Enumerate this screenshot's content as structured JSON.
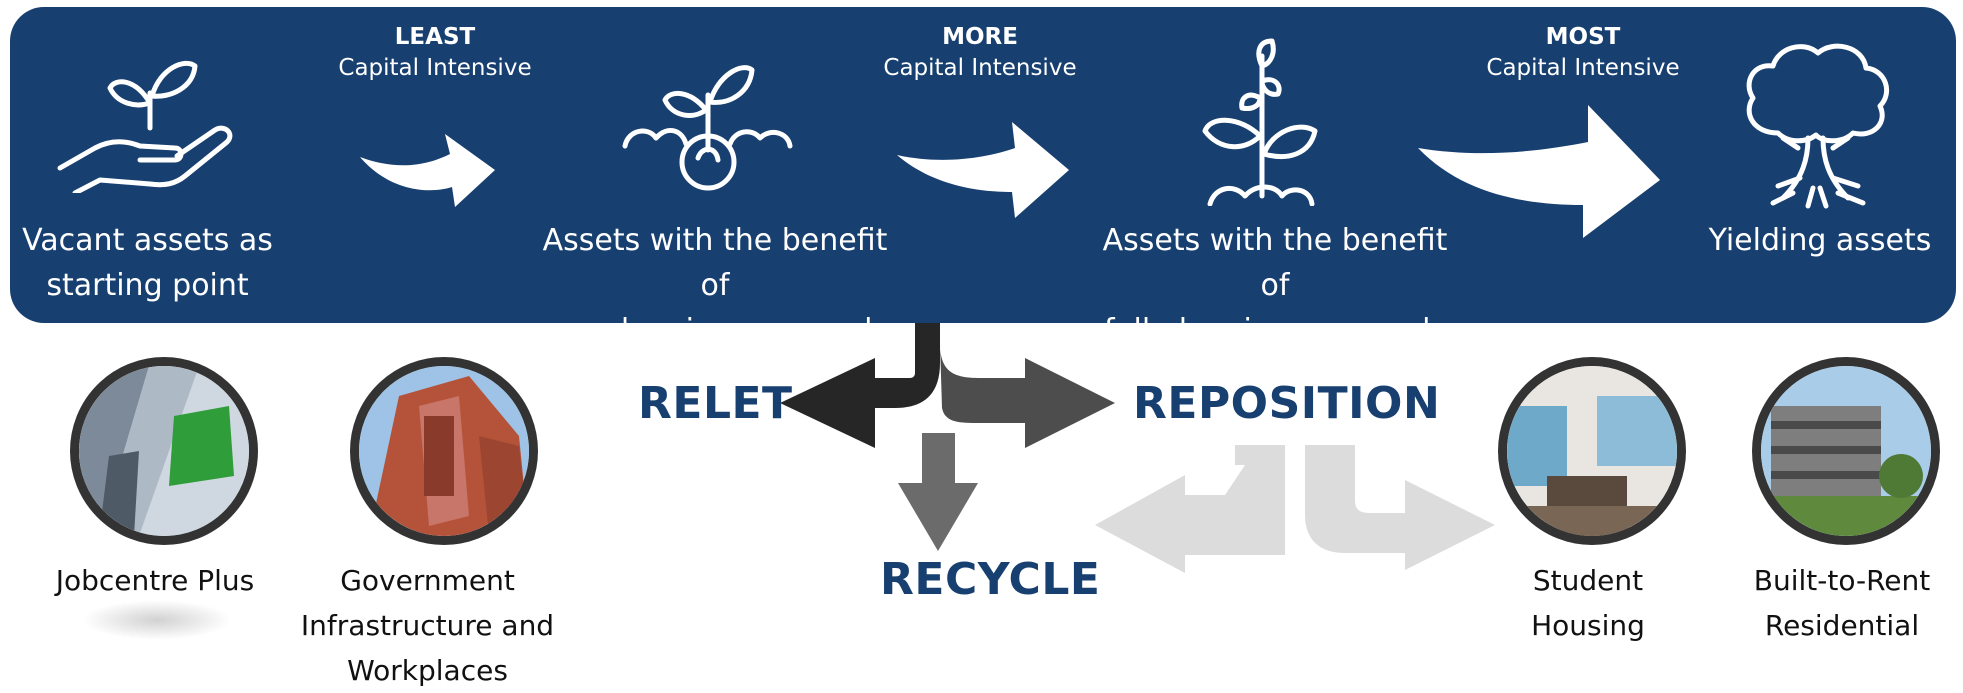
{
  "stages": [
    {
      "line1": "Vacant assets as",
      "line2": "starting point",
      "icon": "hand-plant-icon"
    },
    {
      "line1": "Assets with the benefit of",
      "line2": "pre-planning approvals",
      "icon": "sprout-seed-icon"
    },
    {
      "line1": "Assets with the benefit of",
      "line2": "full planning approvals",
      "icon": "growing-plant-icon"
    },
    {
      "line1": "Yielding assets",
      "line2": "",
      "icon": "tree-icon"
    }
  ],
  "intensities": [
    {
      "level": "LEAST",
      "text": "Capital Intensive"
    },
    {
      "level": "MORE",
      "text": "Capital Intensive"
    },
    {
      "level": "MOST",
      "text": "Capital Intensive"
    }
  ],
  "actions": {
    "relet": "RELET",
    "reposition": "REPOSITION",
    "recycle": "RECYCLE"
  },
  "examples": [
    {
      "line1": "Jobcentre Plus",
      "line2": "",
      "line3": ""
    },
    {
      "line1": "Government",
      "line2": "Infrastructure and",
      "line3": "Workplaces"
    },
    {
      "line1": "Student",
      "line2": "Housing",
      "line3": ""
    },
    {
      "line1": "Built-to-Rent",
      "line2": "Residential",
      "line3": ""
    }
  ],
  "colors": {
    "banner": "#173f70",
    "action_text": "#173f70",
    "arrow_dark": "#262626",
    "arrow_mid": "#4d4d4d",
    "arrow_light": "#6b6b6b",
    "arrow_faint": "#dcdcdc"
  }
}
